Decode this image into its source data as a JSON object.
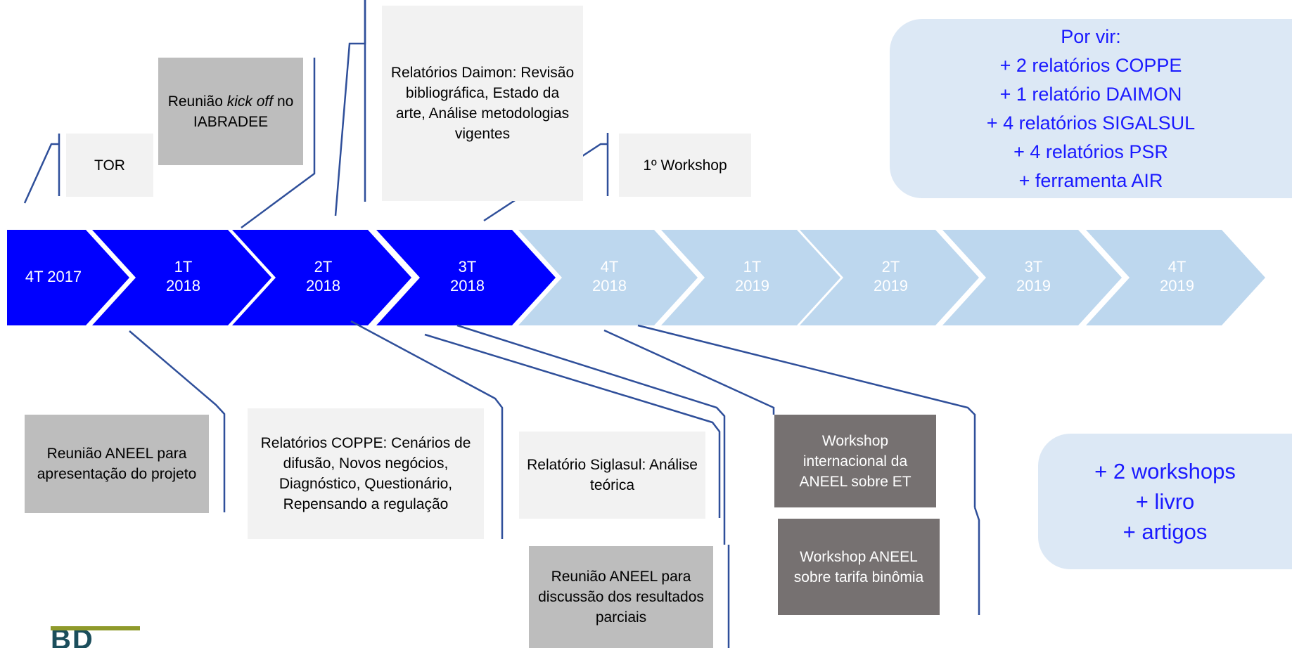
{
  "timeline": {
    "quarters": [
      {
        "label": "4T 2017",
        "state": "done"
      },
      {
        "label": "1T\n2018",
        "state": "done"
      },
      {
        "label": "2T\n2018",
        "state": "done"
      },
      {
        "label": "3T\n2018",
        "state": "done"
      },
      {
        "label": "4T\n2018",
        "state": "future"
      },
      {
        "label": "1T\n2019",
        "state": "future"
      },
      {
        "label": "2T\n2019",
        "state": "future"
      },
      {
        "label": "3T\n2019",
        "state": "future"
      },
      {
        "label": "4T\n2019",
        "state": "future"
      }
    ],
    "colors": {
      "done": "#0000ff",
      "future": "#bdd7ee",
      "connector": "#2f4f9a"
    }
  },
  "events_top": {
    "tor": "TOR",
    "kickoff_prefix": "Reunião ",
    "kickoff_italic": "kick off",
    "kickoff_suffix": " no IABRADEE",
    "daimon": "Relatórios Daimon: Revisão bibliográfica, Estado da arte, Análise metodologias vigentes",
    "workshop1": "1º Workshop"
  },
  "events_bottom": {
    "aneel_presentation": "Reunião ANEEL para apresentação do projeto",
    "coppe": "Relatórios COPPE: Cenários de difusão, Novos negócios, Diagnóstico, Questionário, Repensando a regulação",
    "siglasul": "Relatório Siglasul: Análise teórica",
    "aneel_discussion": "Reunião ANEEL para discussão dos resultados parciais",
    "intl_workshop": "Workshop internacional da ANEEL sobre ET",
    "tariff_workshop": "Workshop ANEEL sobre tarifa binômia"
  },
  "upcoming": {
    "title": "Por vir:",
    "items": [
      "+ 2 relatórios COPPE",
      "+ 1 relatório DAIMON",
      "+ 4 relatórios SIGALSUL",
      "+ 4 relatórios PSR",
      "+ ferramenta AIR"
    ]
  },
  "extras": {
    "items": [
      "+ 2 workshops",
      "+ livro",
      "+ artigos"
    ]
  },
  "logo": {
    "text": "BD"
  }
}
